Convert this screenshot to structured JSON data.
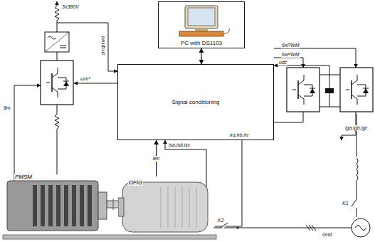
{
  "diagram": {
    "nodes": [
      {
        "text": [
          "PC with DS1103"
        ]
      },
      {
        "text": [
          "Signal conditioning"
        ]
      },
      {
        "text": [
          "PMSM"
        ]
      },
      {
        "text": [
          "DFIG"
        ]
      }
    ],
    "edges": [
      {
        "from": 0,
        "to": 1,
        "arrow": "both"
      },
      {
        "from": 3,
        "to": 1,
        "arrow": "to",
        "label": "θm"
      }
    ],
    "labels": [
      "3x380V",
      "ua,ub,uc",
      "ωm*",
      "θm",
      "udc",
      "6xPWM",
      "6xPWM",
      "isa,isb,isc",
      "ira,irb,irc",
      "iga,igb,igc",
      "K1",
      "K2",
      "Grid"
    ]
  }
}
